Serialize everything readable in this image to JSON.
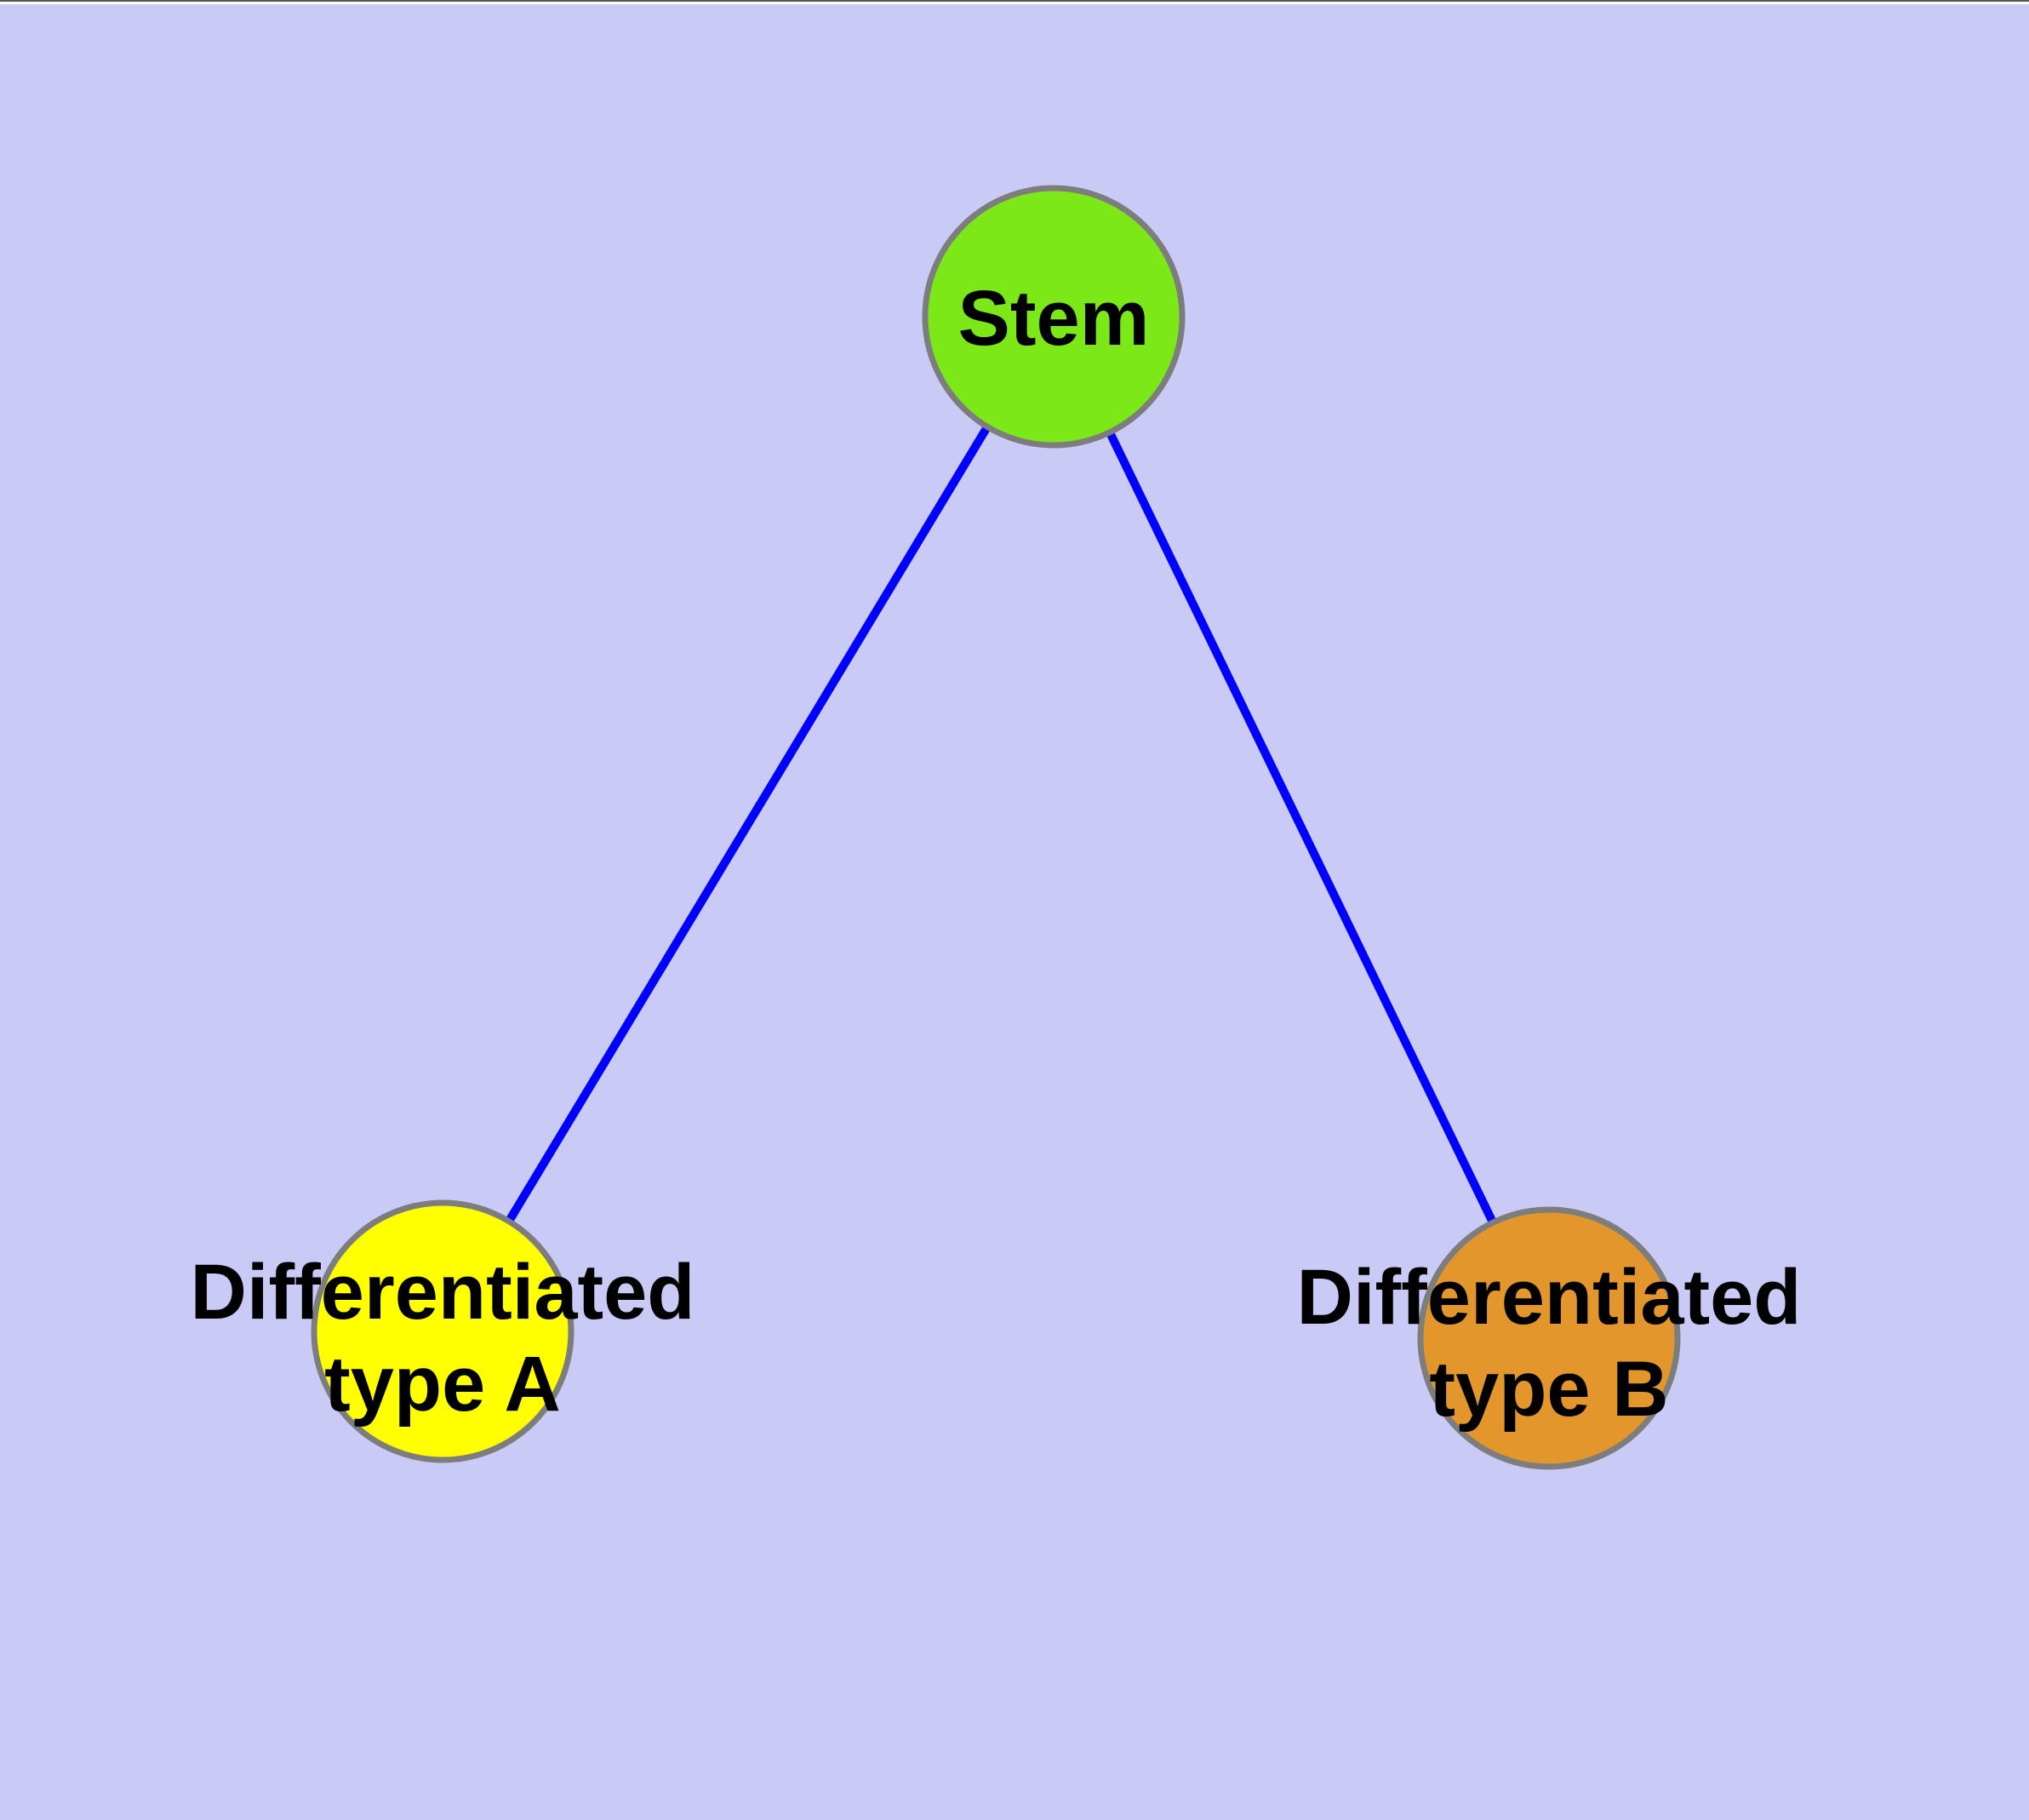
{
  "figure": {
    "background_color": "#CACAF7",
    "top_edge_line_color": "#555555",
    "top_edge_strip_color": "#FFFFFF",
    "node_border_color": "#7D7D7D",
    "label_color": "#000000",
    "edge_color": "#0000FF"
  },
  "graph": {
    "type": "node-link-diagram",
    "nodes": [
      {
        "id": "stem",
        "label": "Stem",
        "fill": "#7DE817"
      },
      {
        "id": "differentiated-type-a",
        "label": "Differentiated\ntype A",
        "fill": "#FFFF00"
      },
      {
        "id": "differentiated-type-b",
        "label": "Differentiated\ntype B",
        "fill": "#E3962B"
      }
    ],
    "edges": [
      {
        "from": "stem",
        "to": "differentiated-type-a",
        "color": "#0000FF"
      },
      {
        "from": "stem",
        "to": "differentiated-type-b",
        "color": "#0000FF"
      }
    ]
  }
}
